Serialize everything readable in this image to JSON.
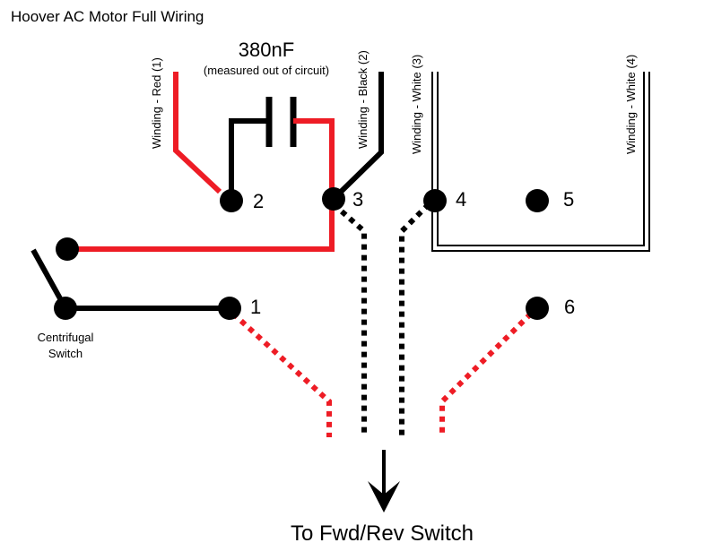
{
  "title": "Hoover AC Motor Full Wiring",
  "capacitor": {
    "value": "380nF",
    "note": "(measured out of circuit)"
  },
  "windings": {
    "red": "Winding - Red (1)",
    "black": "Winding - Black (2)",
    "white3": "Winding - White (3)",
    "white4": "Winding - White (4)"
  },
  "terminals": {
    "t1": "1",
    "t2": "2",
    "t3": "3",
    "t4": "4",
    "t5": "5",
    "t6": "6"
  },
  "centrifugal_switch": {
    "line1": "Centrifugal",
    "line2": "Switch"
  },
  "destination": "To Fwd/Rev Switch",
  "colors": {
    "red_wire": "#ee1c25",
    "black_wire": "#000000",
    "white_wire": "#ffffff",
    "background": "#ffffff"
  }
}
